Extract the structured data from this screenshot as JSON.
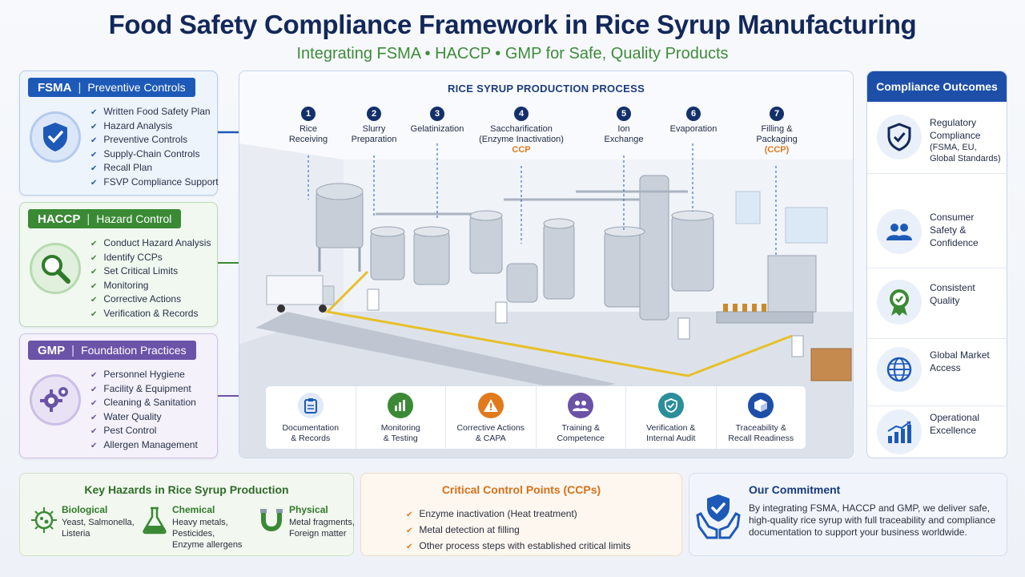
{
  "header": {
    "title": "Food Safety Compliance Framework in Rice Syrup Manufacturing",
    "subtitle": "Integrating FSMA • HACCP • GMP for Safe, Quality Products"
  },
  "frameworks": [
    {
      "code": "FSMA",
      "name": "Preventive Controls",
      "items": [
        "Written Food Safety Plan",
        "Hazard Analysis",
        "Preventive Controls",
        "Supply-Chain Controls",
        "Recall Plan",
        "FSVP Compliance Support"
      ]
    },
    {
      "code": "HACCP",
      "name": "Hazard Control",
      "items": [
        "Conduct Hazard Analysis",
        "Identify CCPs",
        "Set Critical Limits",
        "Monitoring",
        "Corrective Actions",
        "Verification & Records"
      ]
    },
    {
      "code": "GMP",
      "name": "Foundation Practices",
      "items": [
        "Personnel Hygiene",
        "Facility & Equipment",
        "Cleaning & Sanitation",
        "Water Quality",
        "Pest Control",
        "Allergen Management"
      ]
    }
  ],
  "process": {
    "title": "RICE SYRUP PRODUCTION PROCESS",
    "steps": [
      {
        "num": "1",
        "label": "Rice\nReceiving",
        "ccp": ""
      },
      {
        "num": "2",
        "label": "Slurry\nPreparation",
        "ccp": ""
      },
      {
        "num": "3",
        "label": "Gelatinization",
        "ccp": ""
      },
      {
        "num": "4",
        "label": "Saccharification\n(Enzyme Inactivation)",
        "ccp": "CCP"
      },
      {
        "num": "5",
        "label": "Ion\nExchange",
        "ccp": ""
      },
      {
        "num": "6",
        "label": "Evaporation",
        "ccp": ""
      },
      {
        "num": "7",
        "label": "Filling &\nPackaging",
        "ccp": "(CCP)"
      }
    ],
    "elements": [
      {
        "label": "Documentation\n& Records",
        "icon": "clipboard-icon",
        "color": "#1d5ab8"
      },
      {
        "label": "Monitoring\n& Testing",
        "icon": "bar-chart-icon",
        "color": "#3a8a35"
      },
      {
        "label": "Corrective Actions\n& CAPA",
        "icon": "warning-icon",
        "color": "#e07a1c"
      },
      {
        "label": "Training &\nCompetence",
        "icon": "people-icon",
        "color": "#6b53a8"
      },
      {
        "label": "Verification &\nInternal Audit",
        "icon": "shield-check-icon",
        "color": "#2a8f9a"
      },
      {
        "label": "Traceability &\nRecall Readiness",
        "icon": "box-icon",
        "color": "#1d4fa8"
      }
    ]
  },
  "outcomes": {
    "title": "Compliance Outcomes",
    "items": [
      {
        "label": "Regulatory Compliance",
        "detail": "(FSMA, EU, Global Standards)",
        "icon": "shield-check-icon"
      },
      {
        "label": "Consumer Safety & Confidence",
        "detail": "",
        "icon": "people-icon"
      },
      {
        "label": "Consistent Quality",
        "detail": "",
        "icon": "award-icon"
      },
      {
        "label": "Global Market Access",
        "detail": "",
        "icon": "globe-icon"
      },
      {
        "label": "Operational Excellence",
        "detail": "",
        "icon": "growth-chart-icon"
      }
    ]
  },
  "hazards": {
    "title": "Key Hazards in Rice Syrup Production",
    "items": [
      {
        "name": "Biological",
        "desc": "Yeast, Salmonella,\nListeria",
        "icon": "microbe-icon"
      },
      {
        "name": "Chemical",
        "desc": "Heavy metals, Pesticides,\nEnzyme allergens",
        "icon": "flask-icon"
      },
      {
        "name": "Physical",
        "desc": "Metal fragments,\nForeign matter",
        "icon": "magnet-icon"
      }
    ]
  },
  "ccps": {
    "title": "Critical Control Points (CCPs)",
    "items": [
      "Enzyme inactivation (Heat treatment)",
      "Metal detection at filling",
      "Other process steps with established critical limits"
    ]
  },
  "commitment": {
    "title": "Our Commitment",
    "text": "By integrating FSMA, HACCP and GMP, we deliver safe, high-quality rice syrup with full traceability and compliance documentation to support your business worldwide."
  },
  "colors": {
    "fsma": "#1d5ab8",
    "haccp": "#3a8a35",
    "gmp": "#6b53a8",
    "ccp": "#e07a1c",
    "navy": "#13285a"
  }
}
